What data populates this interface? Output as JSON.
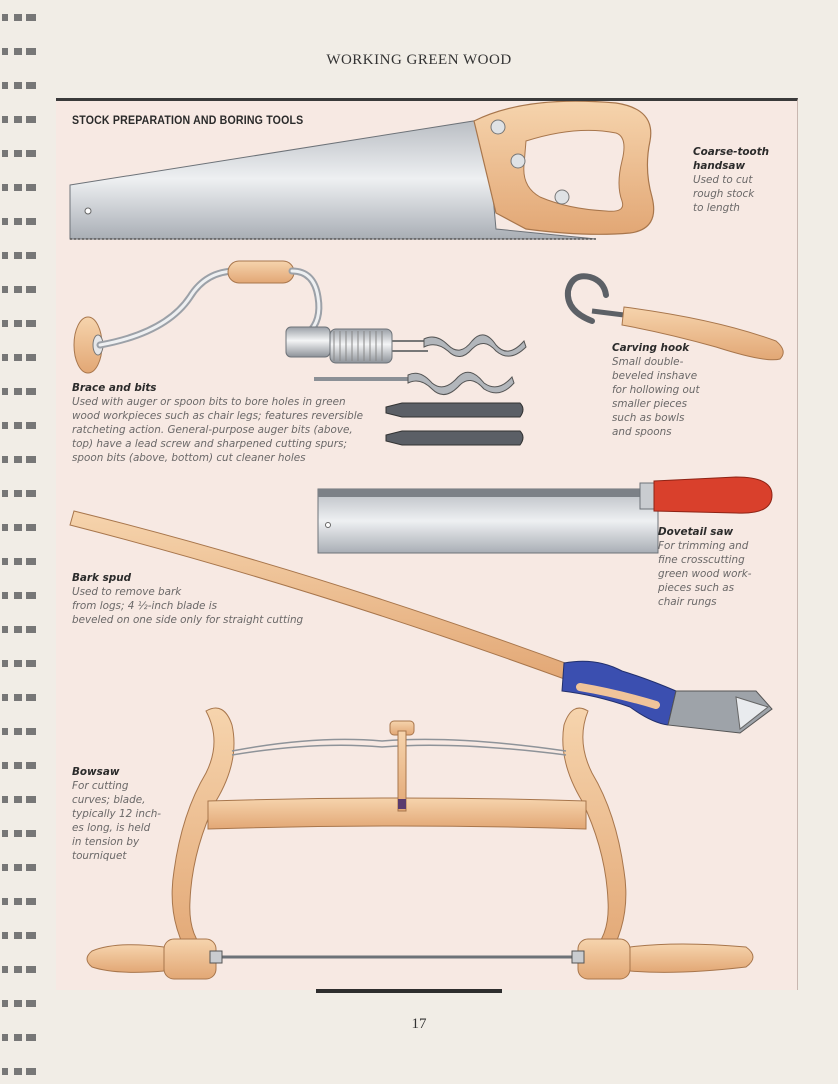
{
  "running_head": "WORKING GREEN WOOD",
  "panel_title": "STOCK PREPARATION AND BORING TOOLS",
  "tools": {
    "handsaw": {
      "title": "Coarse-tooth handsaw",
      "title_lines": [
        "Coarse-tooth",
        "handsaw"
      ],
      "lines": [
        "Used to cut",
        "rough stock",
        "to length"
      ]
    },
    "brace": {
      "title": "Brace and bits",
      "lines": [
        "Used with auger or spoon bits to bore holes in green",
        "wood workpieces such as chair legs; features reversible",
        "ratcheting action. General-purpose auger bits (above,",
        "top) have a lead screw and sharpened cutting spurs;",
        "spoon bits (above, bottom) cut cleaner holes"
      ]
    },
    "carving_hook": {
      "title": "Carving hook",
      "lines": [
        "Small double-",
        "beveled inshave",
        "for hollowing out",
        "smaller pieces",
        "such as bowls",
        "and spoons"
      ]
    },
    "dovetail_saw": {
      "title": "Dovetail saw",
      "lines": [
        "For trimming and",
        "fine crosscutting",
        "green wood work-",
        "pieces such as",
        "chair rungs"
      ]
    },
    "bark_spud": {
      "title": "Bark spud",
      "lines": [
        "Used to remove bark",
        "from logs; 4 ½-inch blade is",
        "beveled on one side only for straight cutting"
      ]
    },
    "bowsaw": {
      "title": "Bowsaw",
      "lines": [
        "For cutting",
        "curves; blade,",
        "typically 12 inch-",
        "es long, is held",
        "in tension by",
        "tourniquet"
      ]
    }
  },
  "page_number": "17",
  "colors": {
    "panel_bg": "#f7e9e3",
    "wood": "#f0c49a",
    "wood_dark": "#d9a57a",
    "steel": "#c9ccd0",
    "red_handle": "#d9402c",
    "blue_grip": "#3b4fb0"
  }
}
